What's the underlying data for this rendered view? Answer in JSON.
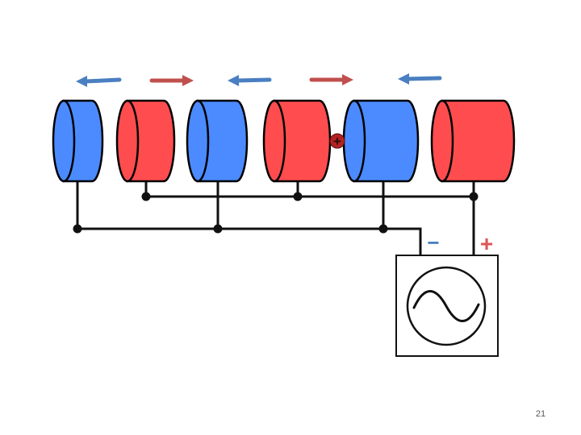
{
  "colors": {
    "negative": "#4b8bff",
    "positive": "#ff4d4f",
    "arrow_blue": "#4a7fc1",
    "arrow_red": "#c0504d",
    "wire": "#111111",
    "particle": "#b22222"
  },
  "tubes": [
    {
      "polarity": "negative"
    },
    {
      "polarity": "positive"
    },
    {
      "polarity": "negative"
    },
    {
      "polarity": "positive"
    },
    {
      "polarity": "negative"
    },
    {
      "polarity": "positive"
    }
  ],
  "field_arrows": [
    {
      "direction": "left",
      "color": "blue"
    },
    {
      "direction": "right",
      "color": "red"
    },
    {
      "direction": "left",
      "color": "blue"
    },
    {
      "direction": "right",
      "color": "red"
    },
    {
      "direction": "left",
      "color": "blue"
    }
  ],
  "source": {
    "minus_label": "−",
    "plus_label": "+",
    "icon": "ac-sine-icon"
  },
  "particle": {
    "label": "+"
  },
  "page_number": "21"
}
